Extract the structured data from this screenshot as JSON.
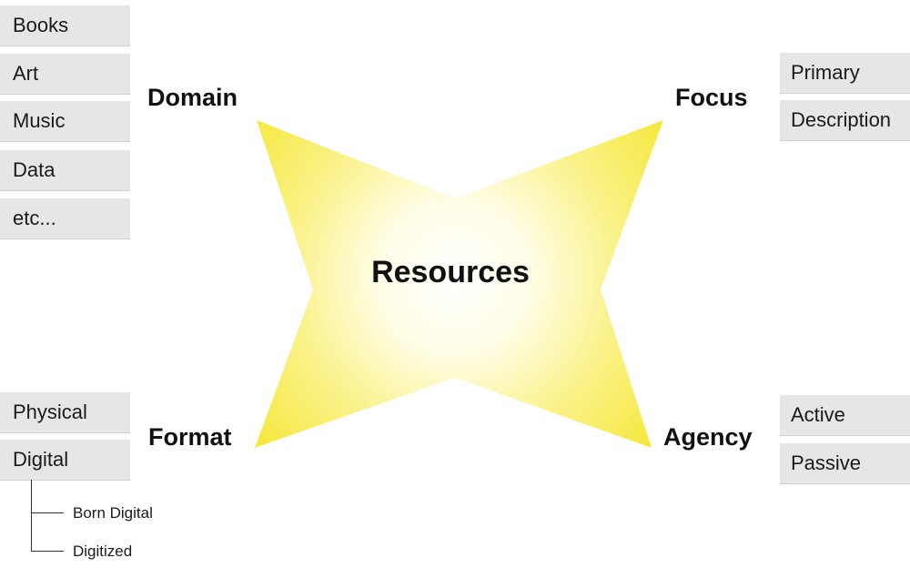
{
  "center": "Resources",
  "domain": {
    "title": "Domain",
    "items": [
      "Books",
      "Art",
      "Music",
      "Data",
      "etc..."
    ]
  },
  "focus": {
    "title": "Focus",
    "items": [
      "Primary",
      "Description"
    ]
  },
  "format": {
    "title": "Format",
    "items": [
      "Physical",
      "Digital"
    ],
    "digital_children": [
      "Born Digital",
      "Digitized"
    ]
  },
  "agency": {
    "title": "Agency",
    "items": [
      "Active",
      "Passive"
    ]
  },
  "colors": {
    "star_fill": "#f6ea3c",
    "star_center": "#ffffff",
    "box_bg": "#e6e6e6"
  }
}
